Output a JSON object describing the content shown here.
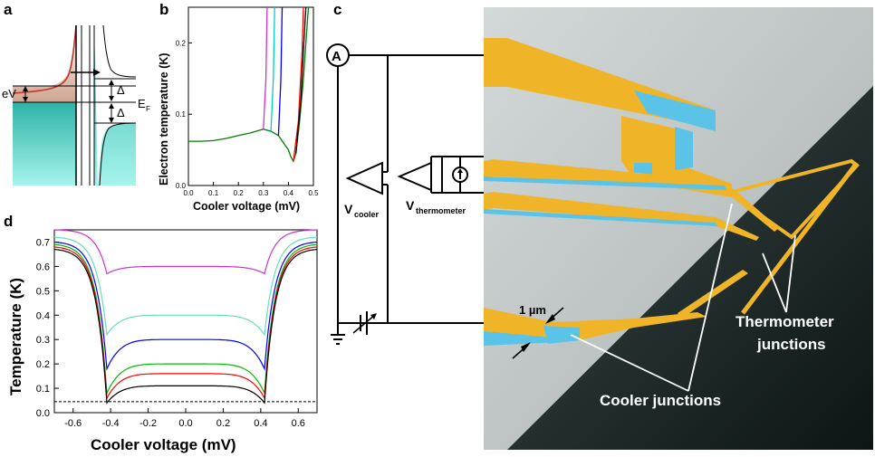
{
  "panel_labels": {
    "a": "a",
    "b": "b",
    "c": "c",
    "d": "d"
  },
  "panel_a": {
    "labels": {
      "eV": "eV",
      "delta_upper": "Δ",
      "delta_lower": "Δ",
      "fermi": "E",
      "fermi_sub": "F"
    },
    "colors": {
      "filled_upper": "#c99a85",
      "filled_lower": "#5dd8cc",
      "curve": "#c0392b"
    }
  },
  "panel_c": {
    "ammeter_label": "A",
    "v_cooler": "V",
    "v_cooler_sub": "cooler",
    "v_thermometer": "V",
    "v_thermometer_sub": "thermometer",
    "scale_bar": "1 µm",
    "thermometer_junctions": [
      "Thermometer",
      "junctions"
    ],
    "cooler_junctions": "Cooler junctions",
    "colors": {
      "gold": "#f0b429",
      "blue": "#5cc3e8",
      "substrate": "#b9bfbe",
      "edge": "#1e2a2a"
    }
  },
  "chart_data": [
    {
      "type": "line",
      "panel": "b",
      "xlabel": "Cooler voltage (mV)",
      "ylabel": "Electron temperature (K)",
      "xlim": [
        0.0,
        0.5
      ],
      "ylim": [
        0.0,
        0.25
      ],
      "xticks": [
        "0.0",
        "0.1",
        "0.2",
        "0.3",
        "0.4",
        "0.5"
      ],
      "yticks": [
        "0.0",
        "0.1",
        "0.2"
      ],
      "grid": false,
      "series": [
        {
          "color": "#008000",
          "points": [
            [
              0,
              0.062
            ],
            [
              0.05,
              0.062
            ],
            [
              0.1,
              0.063
            ],
            [
              0.15,
              0.066
            ],
            [
              0.2,
              0.07
            ],
            [
              0.25,
              0.074
            ],
            [
              0.28,
              0.077
            ],
            [
              0.3,
              0.079
            ],
            [
              0.33,
              0.076
            ],
            [
              0.36,
              0.07
            ],
            [
              0.38,
              0.06
            ],
            [
              0.4,
              0.05
            ],
            [
              0.41,
              0.04
            ],
            [
              0.42,
              0.034
            ],
            [
              0.43,
              0.045
            ],
            [
              0.445,
              0.09
            ],
            [
              0.46,
              0.15
            ],
            [
              0.47,
              0.2
            ],
            [
              0.48,
              0.25
            ]
          ]
        },
        {
          "color": "#cc33cc",
          "points": [
            [
              0.3,
              0.079
            ],
            [
              0.31,
              0.15
            ],
            [
              0.315,
              0.25
            ]
          ]
        },
        {
          "color": "#00cccc",
          "points": [
            [
              0.33,
              0.076
            ],
            [
              0.34,
              0.15
            ],
            [
              0.345,
              0.25
            ]
          ]
        },
        {
          "color": "#0000ff",
          "points": [
            [
              0.36,
              0.07
            ],
            [
              0.37,
              0.15
            ],
            [
              0.375,
              0.25
            ]
          ]
        },
        {
          "color": "#ff0000",
          "points": [
            [
              0.42,
              0.034
            ],
            [
              0.44,
              0.09
            ],
            [
              0.455,
              0.19
            ],
            [
              0.46,
              0.25
            ]
          ]
        },
        {
          "color": "#000000",
          "points": [
            [
              0.43,
              0.045
            ],
            [
              0.45,
              0.12
            ],
            [
              0.46,
              0.19
            ],
            [
              0.47,
              0.25
            ]
          ]
        }
      ]
    },
    {
      "type": "line",
      "panel": "d",
      "xlabel": "Cooler voltage (mV)",
      "ylabel": "Temperature (K)",
      "xlim": [
        -0.7,
        0.7
      ],
      "ylim": [
        0.0,
        0.75
      ],
      "xticks": [
        "-0.6",
        "-0.4",
        "-0.2",
        "0.0",
        "0.2",
        "0.4",
        "0.6"
      ],
      "yticks": [
        "0.0",
        "0.1",
        "0.2",
        "0.3",
        "0.4",
        "0.5",
        "0.6",
        "0.7"
      ],
      "grid": false,
      "reference_line": 0.045,
      "series": [
        {
          "color": "#cc33cc",
          "plateau": 0.6,
          "dip": 0.57,
          "edge": 0.75
        },
        {
          "color": "#66ddbb",
          "plateau": 0.4,
          "dip": 0.32,
          "edge": 0.72
        },
        {
          "color": "#0000ff",
          "plateau": 0.3,
          "dip": 0.18,
          "edge": 0.7
        },
        {
          "color": "#00bb00",
          "plateau": 0.2,
          "dip": 0.08,
          "edge": 0.69
        },
        {
          "color": "#ff0000",
          "plateau": 0.16,
          "dip": 0.06,
          "edge": 0.68
        },
        {
          "color": "#000000",
          "plateau": 0.11,
          "dip": 0.04,
          "edge": 0.67
        }
      ]
    }
  ]
}
